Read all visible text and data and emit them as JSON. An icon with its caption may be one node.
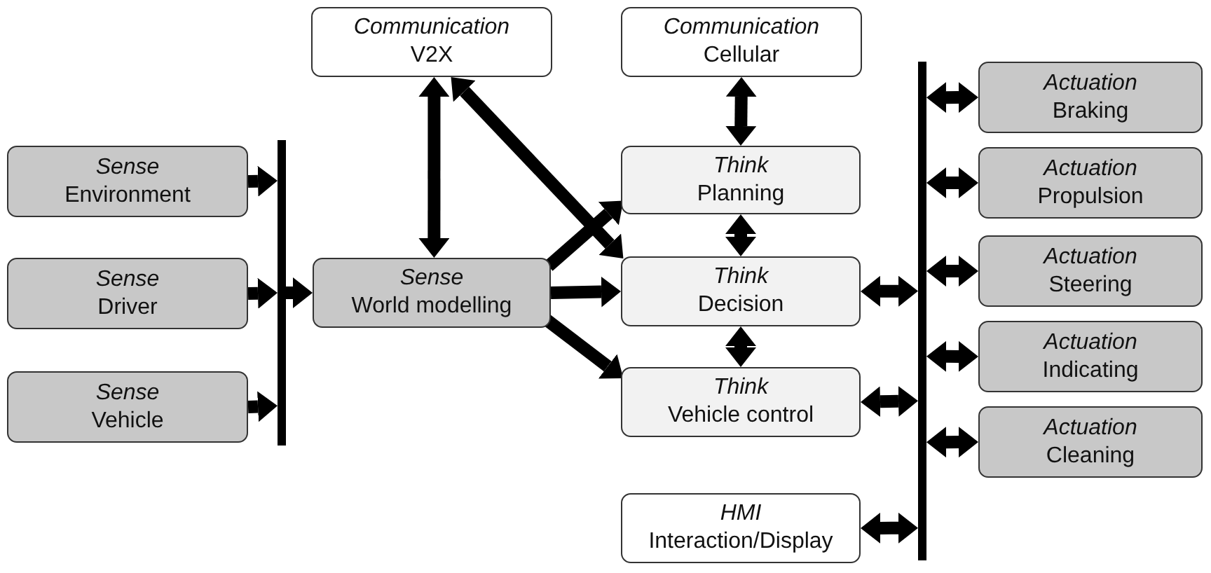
{
  "diagram": {
    "nodes": [
      {
        "text": [
          "Sense",
          "Environment"
        ]
      },
      {
        "text": [
          "Sense",
          "Driver"
        ]
      },
      {
        "text": [
          "Sense",
          "Vehicle"
        ]
      },
      {
        "text": [],
        "shape": "bar"
      },
      {
        "text": [
          "Sense",
          "World modelling"
        ]
      },
      {
        "text": [
          "Communication",
          "V2X"
        ]
      },
      {
        "text": [
          "Communication",
          "Cellular"
        ]
      },
      {
        "text": [
          "Think",
          "Planning"
        ]
      },
      {
        "text": [
          "Think",
          "Decision"
        ]
      },
      {
        "text": [
          "Think",
          "Vehicle control"
        ]
      },
      {
        "text": [
          "HMI",
          "Interaction/Display"
        ]
      },
      {
        "text": [],
        "shape": "bar"
      },
      {
        "text": [
          "Actuation",
          "Braking"
        ]
      },
      {
        "text": [
          "Actuation",
          "Propulsion"
        ]
      },
      {
        "text": [
          "Actuation",
          "Steering"
        ]
      },
      {
        "text": [
          "Actuation",
          "Indicating"
        ]
      },
      {
        "text": [
          "Actuation",
          "Cleaning"
        ]
      }
    ],
    "edges": [
      {
        "from": 0,
        "to": 3,
        "arrow": "to"
      },
      {
        "from": 1,
        "to": 3,
        "arrow": "to"
      },
      {
        "from": 2,
        "to": 3,
        "arrow": "to"
      },
      {
        "from": 3,
        "to": 4,
        "arrow": "to"
      },
      {
        "from": 4,
        "to": 5,
        "arrow": "both"
      },
      {
        "from": 5,
        "to": 8,
        "arrow": "both"
      },
      {
        "from": 4,
        "to": 7,
        "arrow": "to"
      },
      {
        "from": 4,
        "to": 8,
        "arrow": "to"
      },
      {
        "from": 4,
        "to": 9,
        "arrow": "to"
      },
      {
        "from": 6,
        "to": 7,
        "arrow": "both"
      },
      {
        "from": 7,
        "to": 8,
        "arrow": "both"
      },
      {
        "from": 8,
        "to": 9,
        "arrow": "both"
      },
      {
        "from": 8,
        "to": 11,
        "arrow": "both"
      },
      {
        "from": 9,
        "to": 11,
        "arrow": "both"
      },
      {
        "from": 10,
        "to": 11,
        "arrow": "both"
      },
      {
        "from": 11,
        "to": 12,
        "arrow": "both"
      },
      {
        "from": 11,
        "to": 13,
        "arrow": "both"
      },
      {
        "from": 11,
        "to": 14,
        "arrow": "both"
      },
      {
        "from": 11,
        "to": 15,
        "arrow": "both"
      },
      {
        "from": 11,
        "to": 16,
        "arrow": "both"
      }
    ]
  }
}
